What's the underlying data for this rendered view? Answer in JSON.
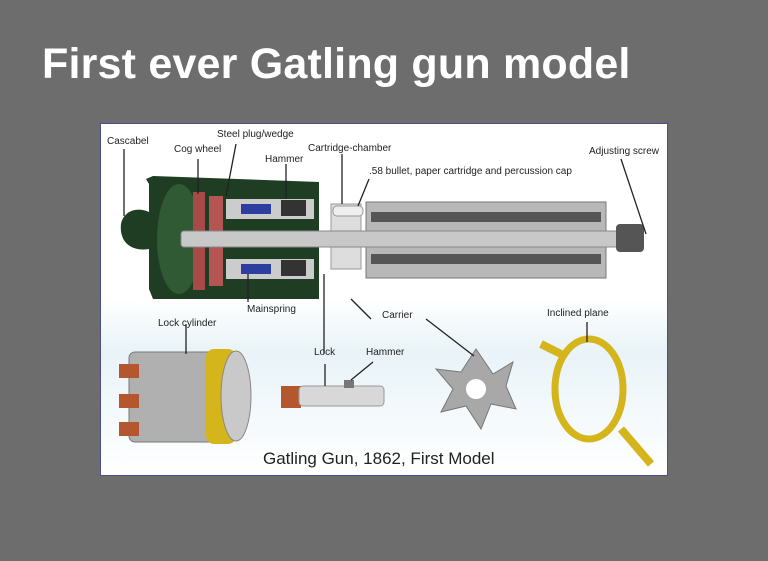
{
  "slide": {
    "title": "First ever Gatling gun model"
  },
  "figure": {
    "labels": {
      "cascabel": "Cascabel",
      "cog_wheel": "Cog wheel",
      "steel_plug": "Steel plug/wedge",
      "hammer_top": "Hammer",
      "cartridge_chamber": "Cartridge-chamber",
      "bullet": ".58 bullet, paper cartridge and percussion cap",
      "adjusting_screw": "Adjusting screw",
      "mainspring": "Mainspring",
      "carrier": "Carrier",
      "lock_cylinder": "Lock cylinder",
      "lock": "Lock",
      "hammer_bottom": "Hammer",
      "inclined_plane": "Inclined plane"
    },
    "caption": "Gatling Gun, 1862, First Model"
  }
}
